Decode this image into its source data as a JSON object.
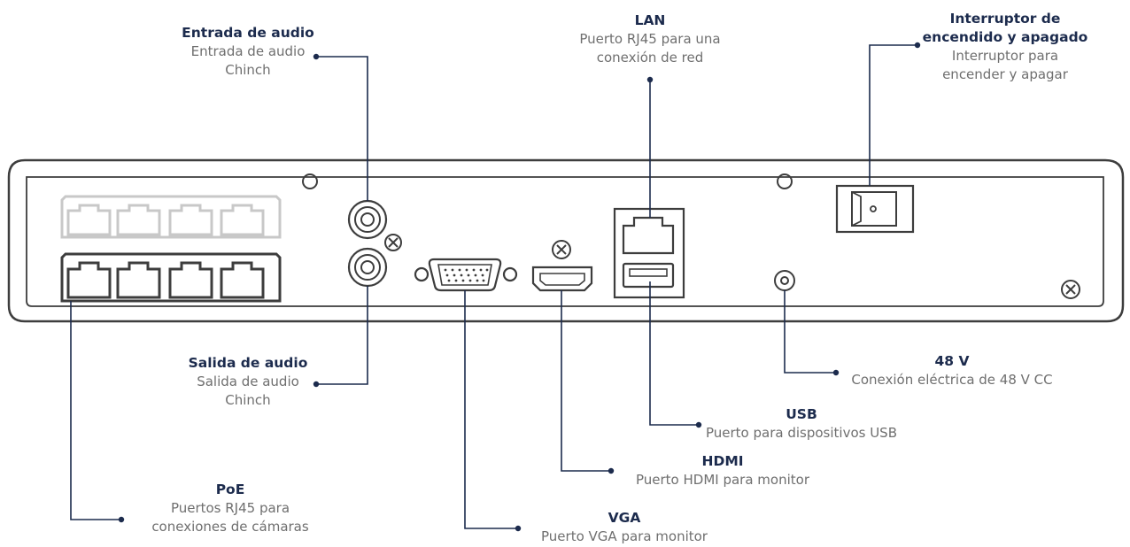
{
  "colors": {
    "title": "#1c2b4d",
    "description": "#6f6f6f",
    "outline": "#3d3d3d",
    "poe_top_row": "#c8c8c8",
    "leader": "#1c2b4d"
  },
  "labels": {
    "audio_in": {
      "title": "Entrada de audio",
      "desc1": "Entrada de audio",
      "desc2": "Chinch"
    },
    "lan": {
      "title": "LAN",
      "desc1": "Puerto RJ45 para una",
      "desc2": "conexión de red"
    },
    "power_switch": {
      "title1": "Interruptor de",
      "title2": "encendido y apagado",
      "desc1": "Interruptor para",
      "desc2": "encender y apagar"
    },
    "audio_out": {
      "title": "Salida de audio",
      "desc1": "Salida de audio",
      "desc2": "Chinch"
    },
    "power_48v": {
      "title": "48 V",
      "desc": "Conexión eléctrica de 48 V CC"
    },
    "usb": {
      "title": "USB",
      "desc": "Puerto para dispositivos USB"
    },
    "hdmi": {
      "title": "HDMI",
      "desc": "Puerto HDMI para monitor"
    },
    "poe": {
      "title": "PoE",
      "desc1": "Puertos RJ45 para",
      "desc2": "conexiones de cámaras"
    },
    "vga": {
      "title": "VGA",
      "desc": "Puerto VGA para monitor"
    }
  }
}
